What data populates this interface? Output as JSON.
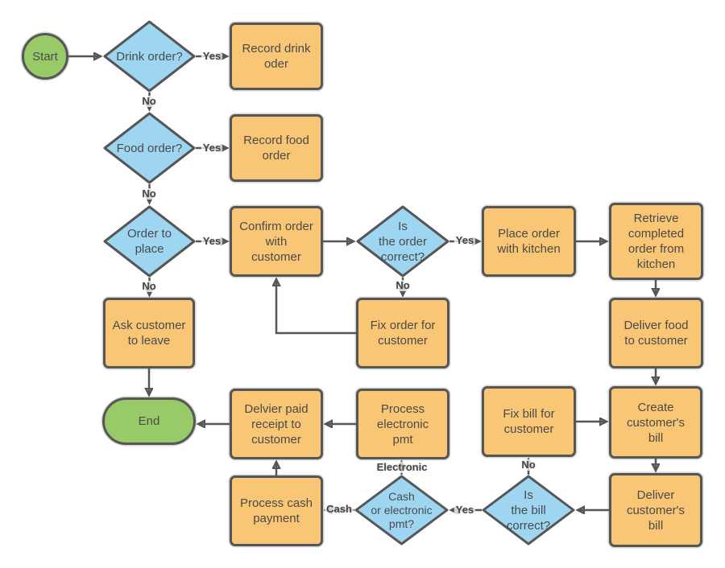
{
  "diagram": {
    "type": "flowchart",
    "background": "#ffffff",
    "colors": {
      "process_fill": "#f9c676",
      "decision_fill": "#9ed6f2",
      "terminator_fill": "#98cb68",
      "stroke": "#565656",
      "text": "#4a4a4a",
      "canvas_bg": "#ffffff"
    },
    "nodes": {
      "start": {
        "type": "terminator",
        "label": "Start"
      },
      "drink_order": {
        "type": "decision",
        "label": "Drink order?"
      },
      "record_drink": {
        "type": "process",
        "label": "Record drink\noder"
      },
      "food_order": {
        "type": "decision",
        "label": "Food order?"
      },
      "record_food": {
        "type": "process",
        "label": "Record food\norder"
      },
      "order_to_place": {
        "type": "decision",
        "label": "Order to\nplace"
      },
      "confirm_order": {
        "type": "process",
        "label": "Confirm order\nwith\ncustomer"
      },
      "is_order_correct": {
        "type": "decision",
        "label": "Is\nthe order\ncorrect?"
      },
      "place_order": {
        "type": "process",
        "label": "Place order\nwith kitchen"
      },
      "retrieve_order": {
        "type": "process",
        "label": "Retrieve\ncompleted\norder from\nkitchen"
      },
      "ask_leave": {
        "type": "process",
        "label": "Ask customer\nto leave"
      },
      "fix_order": {
        "type": "process",
        "label": "Fix order for\ncustomer"
      },
      "deliver_food": {
        "type": "process",
        "label": "Deliver food\nto customer"
      },
      "end": {
        "type": "terminator",
        "label": "End"
      },
      "deliver_receipt": {
        "type": "process",
        "label": "Delvier paid\nreceipt to\ncustomer"
      },
      "process_electronic": {
        "type": "process",
        "label": "Process\nelectronic\npmt"
      },
      "process_cash": {
        "type": "process",
        "label": "Process cash\npayment"
      },
      "cash_or_electronic": {
        "type": "decision",
        "label": "Cash\nor electronic\npmt?"
      },
      "fix_bill": {
        "type": "process",
        "label": "Fix bill for\ncustomer"
      },
      "create_bill": {
        "type": "process",
        "label": "Create\ncustomer's\nbill"
      },
      "is_bill_correct": {
        "type": "decision",
        "label": "Is\nthe bill\ncorrect?"
      },
      "deliver_bill": {
        "type": "process",
        "label": "Deliver\ncustomer's\nbill"
      }
    },
    "edges": {
      "start_drink": {
        "from": "start",
        "to": "drink_order",
        "label": ""
      },
      "drink_yes": {
        "from": "drink_order",
        "to": "record_drink",
        "label": "Yes"
      },
      "drink_no": {
        "from": "drink_order",
        "to": "food_order",
        "label": "No"
      },
      "food_yes": {
        "from": "food_order",
        "to": "record_food",
        "label": "Yes"
      },
      "food_no": {
        "from": "food_order",
        "to": "order_to_place",
        "label": "No"
      },
      "place_yes": {
        "from": "order_to_place",
        "to": "confirm_order",
        "label": "Yes"
      },
      "place_no": {
        "from": "order_to_place",
        "to": "ask_leave",
        "label": "No"
      },
      "confirm_check": {
        "from": "confirm_order",
        "to": "is_order_correct",
        "label": ""
      },
      "order_correct_yes": {
        "from": "is_order_correct",
        "to": "place_order",
        "label": "Yes"
      },
      "order_correct_no": {
        "from": "is_order_correct",
        "to": "fix_order",
        "label": "No"
      },
      "fix_order_confirm": {
        "from": "fix_order",
        "to": "confirm_order",
        "label": ""
      },
      "place_retrieve": {
        "from": "place_order",
        "to": "retrieve_order",
        "label": ""
      },
      "retrieve_deliver": {
        "from": "retrieve_order",
        "to": "deliver_food",
        "label": ""
      },
      "deliverfood_createbill": {
        "from": "deliver_food",
        "to": "create_bill",
        "label": ""
      },
      "createbill_deliverbill": {
        "from": "create_bill",
        "to": "deliver_bill",
        "label": ""
      },
      "deliverbill_billcorrect": {
        "from": "deliver_bill",
        "to": "is_bill_correct",
        "label": ""
      },
      "bill_no": {
        "from": "is_bill_correct",
        "to": "fix_bill",
        "label": "No"
      },
      "fixbill_createbill": {
        "from": "fix_bill",
        "to": "create_bill",
        "label": ""
      },
      "bill_yes": {
        "from": "is_bill_correct",
        "to": "cash_or_electronic",
        "label": "Yes"
      },
      "pay_cash": {
        "from": "cash_or_electronic",
        "to": "process_cash",
        "label": "Cash"
      },
      "pay_electronic": {
        "from": "cash_or_electronic",
        "to": "process_electronic",
        "label": "Electronic"
      },
      "electronic_receipt": {
        "from": "process_electronic",
        "to": "deliver_receipt",
        "label": ""
      },
      "cash_receipt": {
        "from": "process_cash",
        "to": "deliver_receipt",
        "label": ""
      },
      "receipt_end": {
        "from": "deliver_receipt",
        "to": "end",
        "label": ""
      },
      "askleave_end": {
        "from": "ask_leave",
        "to": "end",
        "label": ""
      }
    }
  }
}
